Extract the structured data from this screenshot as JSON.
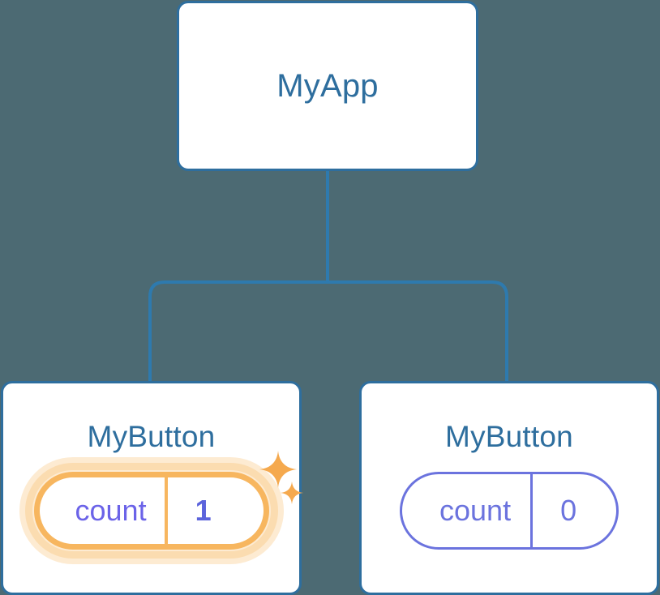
{
  "diagram": {
    "type": "component-tree",
    "background_color": "#4C6A73",
    "connector_color": "#2E7AAE",
    "nodes": {
      "root": {
        "label": "MyApp",
        "border_color": "#2E6E9E",
        "fill_color": "#FFFFFF",
        "text_color": "#2E6E9E"
      },
      "child_left": {
        "label": "MyButton",
        "border_color": "#2E6E9E",
        "fill_color": "#FFFFFF",
        "text_color": "#2E6E9E",
        "state": {
          "key": "count",
          "value": "1",
          "highlighted": true,
          "accent_color": "#F7B65F",
          "glow_color": "#FBDCB0",
          "value_color": "#5B63DC",
          "key_color": "#6B63E8"
        },
        "sparkle_icons": [
          "sparkle-large",
          "sparkle-small"
        ],
        "sparkle_color": "#F5A94E"
      },
      "child_right": {
        "label": "MyButton",
        "border_color": "#2E6E9E",
        "fill_color": "#FFFFFF",
        "text_color": "#2E6E9E",
        "state": {
          "key": "count",
          "value": "0",
          "highlighted": false,
          "accent_color": "#6B73DE",
          "value_color": "#6B73DE",
          "key_color": "#6B73DE"
        }
      }
    },
    "edges": [
      {
        "from": "root",
        "to": "child_left"
      },
      {
        "from": "root",
        "to": "child_right"
      }
    ]
  }
}
